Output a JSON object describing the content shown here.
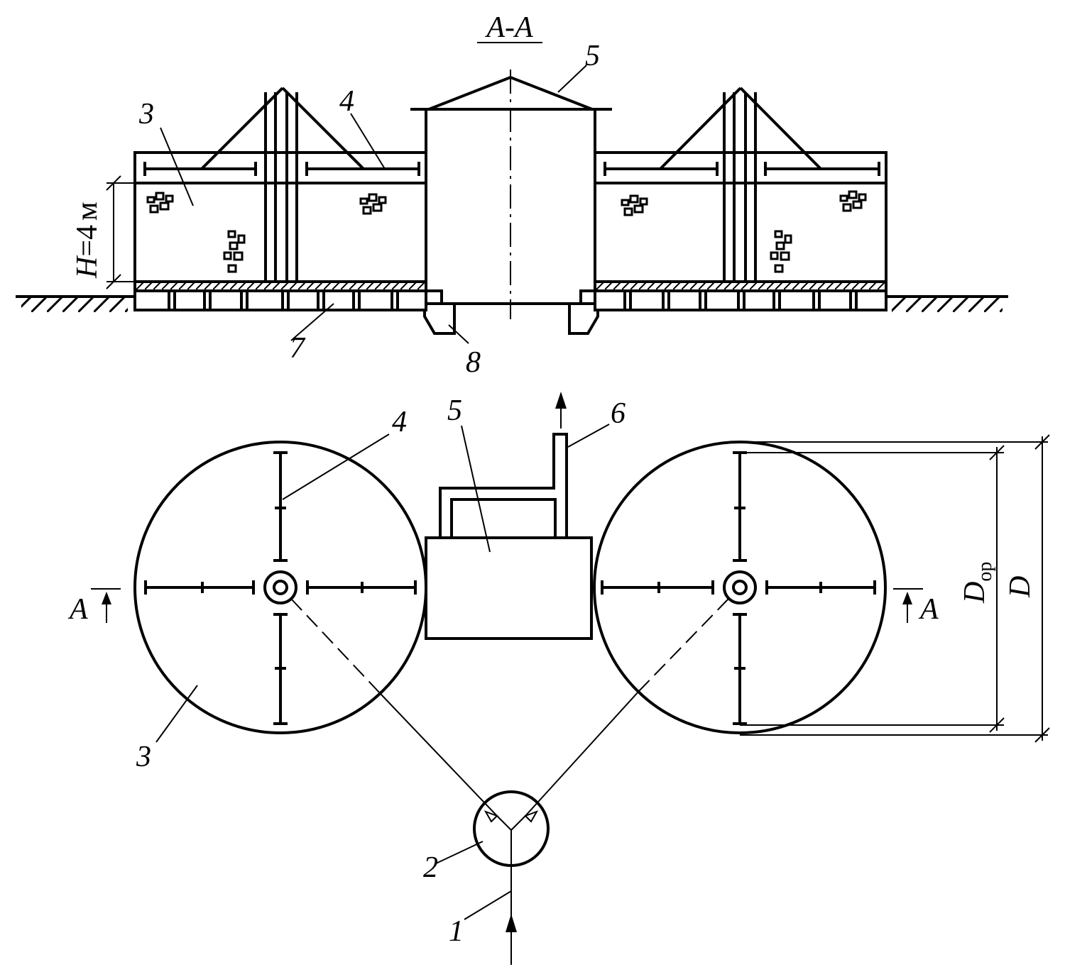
{
  "section_title": "A-A",
  "height_dim": {
    "symbol": "H",
    "eq": "=4",
    "unit": "м"
  },
  "labels": {
    "n1": "1",
    "n2": "2",
    "n3": "3",
    "n4": "4",
    "n5": "5",
    "n6": "6",
    "n7": "7",
    "n8": "8"
  },
  "cut_marks": {
    "left": "A",
    "right": "A"
  },
  "diameter_labels": {
    "inner": "D",
    "inner_sub": "ор",
    "outer": "D"
  }
}
